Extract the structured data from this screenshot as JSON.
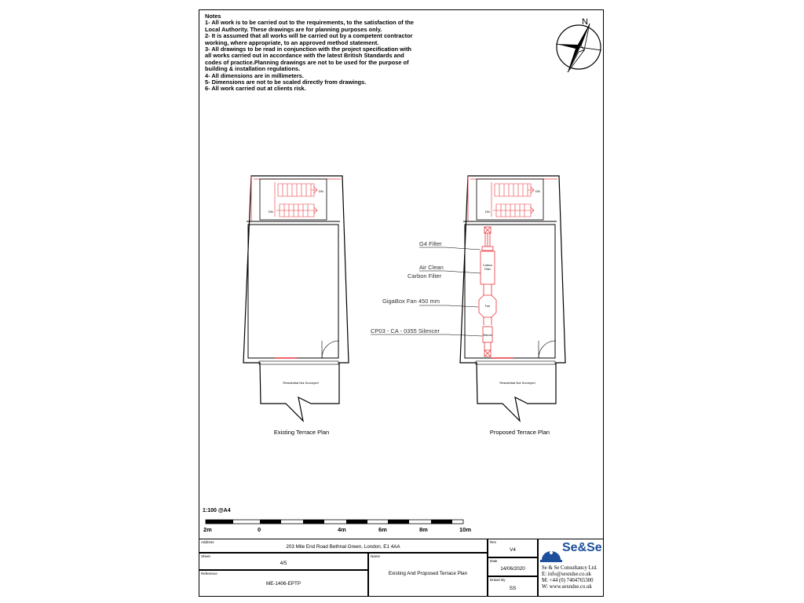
{
  "notes": {
    "heading": "Notes",
    "lines": [
      "1- All work is to be carried out to the requirements, to the satisfaction of the",
      "Local Authority. These drawings are for planning purposes only.",
      "2- It is assumed that all works will be carried out by a competent contractor",
      "working, where appropriate, to an approved method statement.",
      "3- All drawings to be read in conjunction with the project specification with",
      "all works carried out in accordance with the latest British Standards and",
      "codes of practice.Planning drawings are not to be used for the purpose of",
      "building & installation regulations.",
      "4- All dimensions are in millimeters.",
      "5- Dimensions are not to be scaled directly from drawings.",
      "6- All work carried out at clients risk."
    ]
  },
  "north_label": "N",
  "plans": {
    "existing": {
      "title": "Existing Terrace Plan",
      "residential": "Residential Not Surveyed",
      "stair_up": "DN",
      "stair_down": "DN"
    },
    "proposed": {
      "title": "Proposed Terrace Plan",
      "residential": "Residential Not Surveyed",
      "stair_up": "DN",
      "stair_down": "DN",
      "labels": {
        "g4": "G4 Filter",
        "air_clean": "Air Clean",
        "carbon_filter": "Carbon Filter",
        "fan": "GigaBox Fan 450 mm",
        "silencer": "CP03 - CA - 0355 Silencer",
        "inner_carbon_1": "Carbon",
        "inner_carbon_2": "Filter",
        "inner_fan": "Fan",
        "inner_silencer": "Silencer"
      }
    }
  },
  "scale": {
    "label": "1:100 @A4",
    "ticks": [
      "2m",
      "0",
      "4m",
      "6m",
      "8m",
      "10m"
    ]
  },
  "title_block": {
    "address_label": "Address",
    "address": "203 Mile End Road Bethnal Green, London, E1 4AA",
    "sheet_label": "Sheet",
    "sheet": "4/5",
    "reference_label": "Reference",
    "reference": "ME-1406-EPTP",
    "name_label": "Name",
    "name": "Existing And Proposed Terrace Plan",
    "rev_label": "Rev",
    "rev": "V4",
    "date_label": "Date",
    "date": "14/06/2020",
    "drawn_by_label": "Drawn By",
    "drawn_by": "SS"
  },
  "company": {
    "logo_text": "Se&Se",
    "name": "Se & Se Consultancy Ltd.",
    "email": "E: info@sexndse.co.uk",
    "mobile": "M: +44 (0) 7404765300",
    "web": "W: www.sexndse.co.uk"
  },
  "colors": {
    "line": "#000000",
    "accent": "#e8343a",
    "logo_blue": "#1e4f9c"
  }
}
